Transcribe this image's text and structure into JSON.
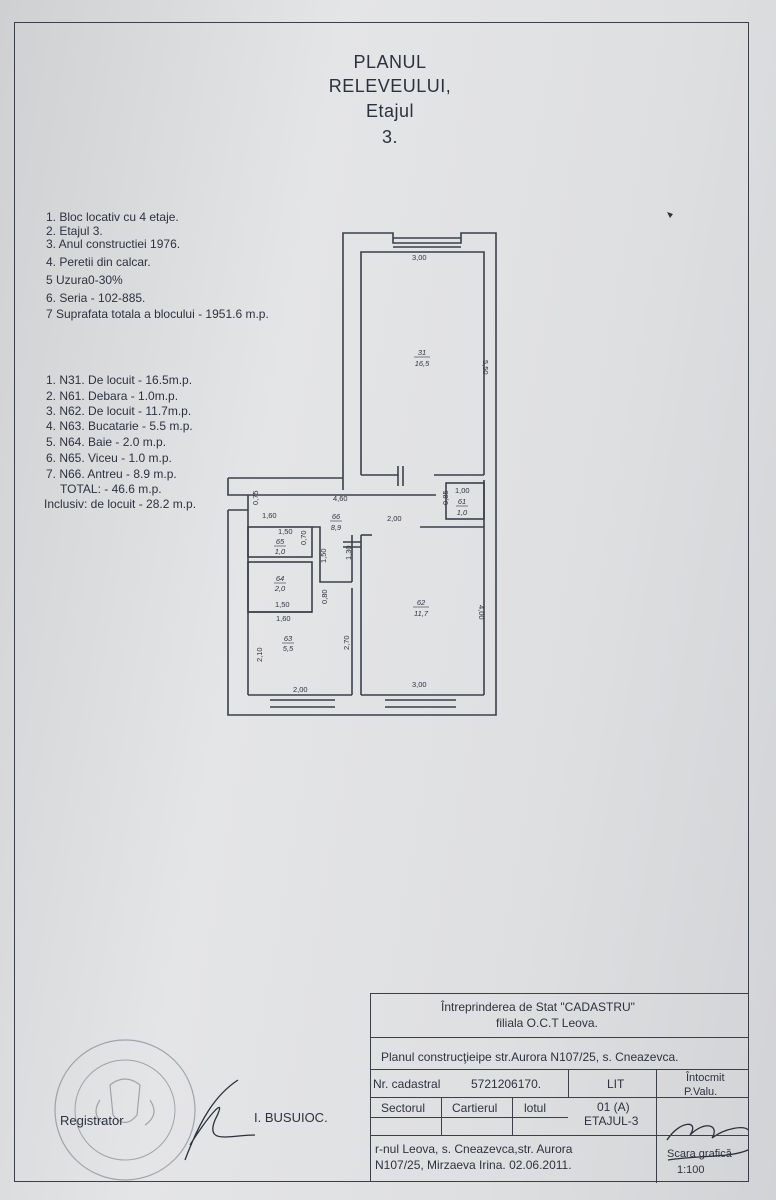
{
  "title": {
    "l1": "PLANUL",
    "l2": "RELEVEULUI,",
    "l3": "Etajul",
    "l4": "3."
  },
  "building_info": [
    "1. Bloc locativ cu 4 etaje.",
    "2. Etajul 3.",
    "3. Anul constructiei  1976.",
    "4. Peretii din calcar.",
    "5  Uzura0-30%",
    "6. Seria - 102-885.",
    "7 Suprafata totala a blocului - 1951.6 m.p."
  ],
  "rooms_list": [
    "1. N31. De locuit - 16.5m.p.",
    "2. N61. Debara - 1.0m.p.",
    "3. N62. De locuit - 11.7m.p.",
    "4. N63. Bucatarie - 5.5 m.p.",
    "5. N64. Baie - 2.0 m.p.",
    "6. N65. Viceu - 1.0 m.p.",
    "7. N66. Antreu - 8.9 m.p."
  ],
  "totals": {
    "total": "TOTAL: - 46.6 m.p.",
    "inclusiv": "Inclusiv: de locuit - 28.2 m.p."
  },
  "plan": {
    "dims": {
      "d300_top": "3,00",
      "d550": "5,50",
      "d460": "4,60",
      "d160": "1,60",
      "d075": "0,75",
      "d200": "2,00",
      "d100": "1,00",
      "d085": "0,85",
      "d150a": "1,50",
      "d070": "0,70",
      "d150b": "1,50",
      "d130": "1,30",
      "d150c": "1,50",
      "d080": "0,80",
      "d160b": "1,60",
      "d400": "4,00",
      "d270": "2,70",
      "d210": "2,10",
      "d200b": "2,00",
      "d300b": "3,00"
    },
    "rooms": {
      "r31": {
        "num": "31",
        "area": "16,5"
      },
      "r61": {
        "num": "61",
        "area": "1,0"
      },
      "r66": {
        "num": "66",
        "area": "8,9"
      },
      "r65": {
        "num": "65",
        "area": "1,0"
      },
      "r64": {
        "num": "64",
        "area": "2,0"
      },
      "r62": {
        "num": "62",
        "area": "11,7"
      },
      "r63": {
        "num": "63",
        "area": "5,5"
      }
    }
  },
  "title_block": {
    "org1": "Întreprinderea de Stat \"CADASTRU\"",
    "org2": "filiala O.C.T Leova.",
    "planul": "Planul construcţieipe str.Aurora N107/25, s. Cneazevca.",
    "nr_label": "Nr. cadastral",
    "nr_value": "5721206170.",
    "lit": "LIT",
    "intocmit": "Întocmit",
    "intocmit_name": "P.Valu.",
    "sectorul": "Sectorul",
    "cartierul": "Cartierul",
    "lotul": "lotul",
    "lit_value": "01 (A)",
    "etaj": "ETAJUL-3",
    "address1": "r-nul Leova, s. Cneazevca,str. Aurora",
    "address2": "N107/25, Mirzaeva Irina. 02.06.2011.",
    "scara1": "Scara grafică",
    "scara2": "1:100"
  },
  "registrator": {
    "label": "Registrator",
    "name": "I. BUSUIOC."
  }
}
